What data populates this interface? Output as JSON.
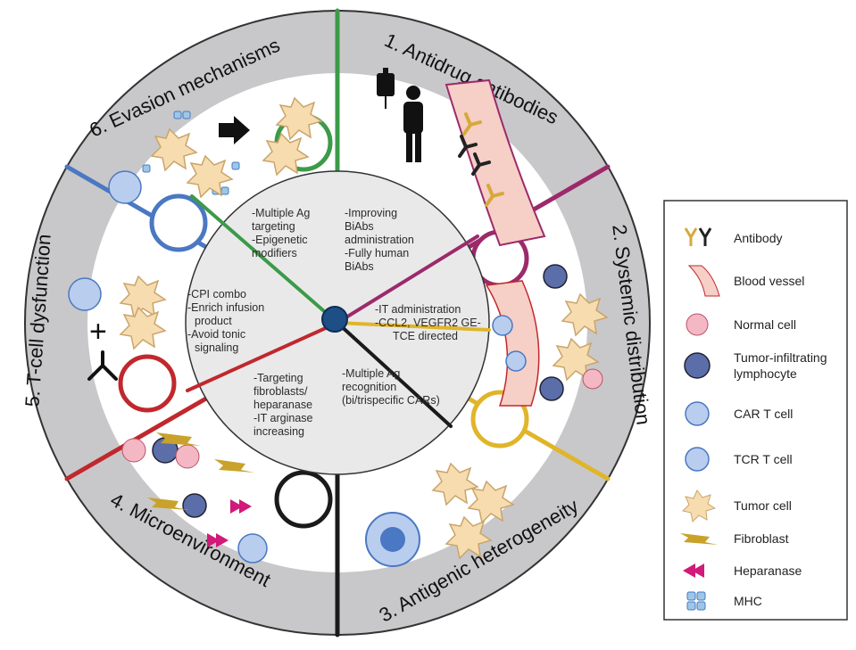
{
  "colors": {
    "antidrug": "#9c2a6b",
    "systemic": "#e0b52a",
    "antigenic": "#1a1a1a",
    "microenv": "#c0282d",
    "tcell": "#4a78c2",
    "evasion": "#3c9a48",
    "ring_gray": "#c8c8ca",
    "center_fill": "#e9e9ea",
    "hub": "#1d4e86",
    "vessel": "#f6cfc7",
    "tumor": "#f7dcb0",
    "tumor_stroke": "#c9a56a",
    "antibody_gold": "#d6a93a",
    "heparanase": "#d11a7a",
    "fibroblast": "#c9a22b",
    "mhc": "#9cc7e6",
    "tcell_fill": "#b9cdee",
    "normal_cell": "#f4b7c4",
    "til_fill": "#5b6ea9"
  },
  "ring_labels": {
    "antidrug": "1. Antidrug antibodies",
    "systemic": "2. Systemic distribution",
    "antigenic": "3. Antigenic heterogeneity",
    "microenv": "4. Microenvironment",
    "tcell": "5. T-cell dysfunction",
    "evasion": "6. Evasion mechanisms"
  },
  "center": {
    "evasion": [
      "-Multiple Ag",
      "targeting",
      "-Epigenetic",
      "modifiers"
    ],
    "antidrug": [
      "-Improving",
      "BiAbs",
      "administration",
      "-Fully human",
      "BiAbs"
    ],
    "systemic": [
      "-IT administration",
      "-CCL2, VEGFR2 GE-",
      "TCE directed"
    ],
    "antigenic": [
      "-Multiple Ag",
      "recognition",
      "(bi/trispecific CARs)"
    ],
    "microenv": [
      "-Targeting",
      "fibroblasts/",
      "heparanase",
      "-IT arginase",
      "increasing"
    ],
    "tcell": [
      "-CPI combo",
      "-Enrich infusion",
      "product",
      "-Avoid tonic",
      "signaling"
    ]
  },
  "plus_sign": "+",
  "legend": {
    "items": [
      {
        "label": "Antibody",
        "icon": "antibody-icon"
      },
      {
        "label": "Blood vessel",
        "icon": "blood-vessel-icon"
      },
      {
        "label": "Normal cell",
        "icon": "normal-cell-icon"
      },
      {
        "label": "Tumor-infiltrating",
        "label2": "lymphocyte",
        "icon": "til-icon"
      },
      {
        "label": "CAR T cell",
        "icon": "car-t-cell-icon"
      },
      {
        "label": "TCR T cell",
        "icon": "tcr-t-cell-icon"
      },
      {
        "label": "Tumor cell",
        "icon": "tumor-cell-icon"
      },
      {
        "label": "Fibroblast",
        "icon": "fibroblast-icon"
      },
      {
        "label": "Heparanase",
        "icon": "heparanase-icon"
      },
      {
        "label": "MHC",
        "icon": "mhc-icon"
      }
    ]
  }
}
